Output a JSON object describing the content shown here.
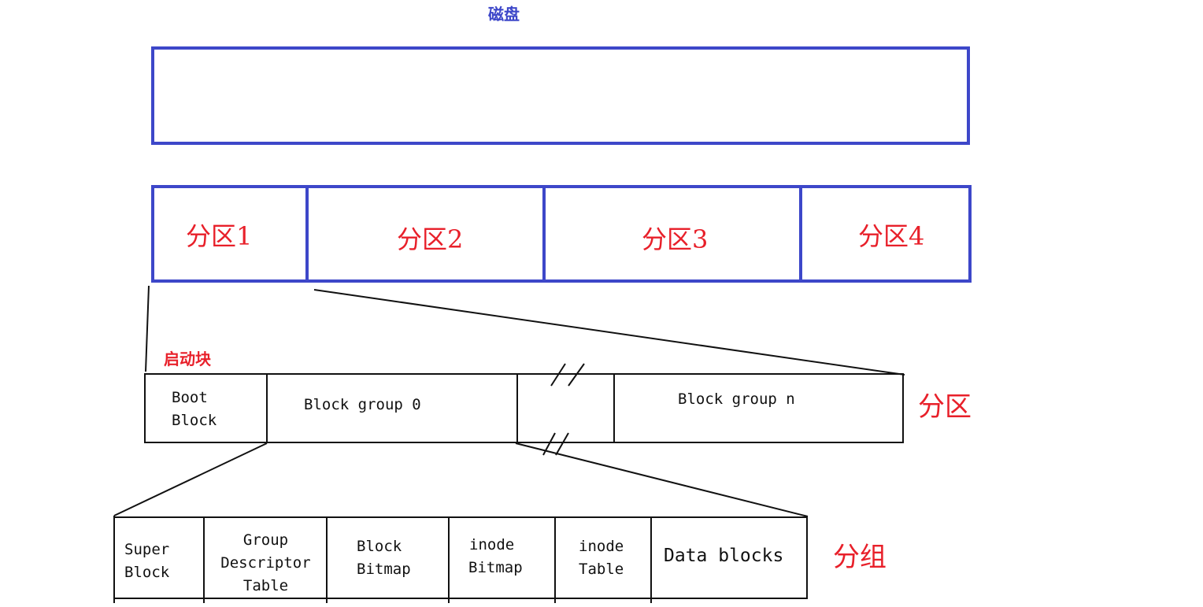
{
  "disk": {
    "title": "磁盘"
  },
  "partitions": [
    {
      "label": "分区1"
    },
    {
      "label": "分区2"
    },
    {
      "label": "分区3"
    },
    {
      "label": "分区4"
    }
  ],
  "partition_detail": {
    "boot_caption": "启动块",
    "boot_block": [
      "Boot",
      "Block"
    ],
    "block_group_0": "Block group 0",
    "block_group_n": "Block group n",
    "side_label": "分区"
  },
  "group_detail": {
    "cells": [
      {
        "lines": [
          "Super",
          "Block"
        ]
      },
      {
        "lines": [
          "Group",
          "Descriptor",
          "Table"
        ]
      },
      {
        "lines": [
          "Block",
          "Bitmap"
        ]
      },
      {
        "lines": [
          "inode",
          "Bitmap"
        ]
      },
      {
        "lines": [
          "inode",
          "Table"
        ]
      },
      {
        "lines": [
          "Data blocks"
        ]
      }
    ],
    "side_label": "分组"
  },
  "colors": {
    "disk_blue": "#3d47c9",
    "label_red": "#e8202a",
    "line_black": "#111111"
  }
}
